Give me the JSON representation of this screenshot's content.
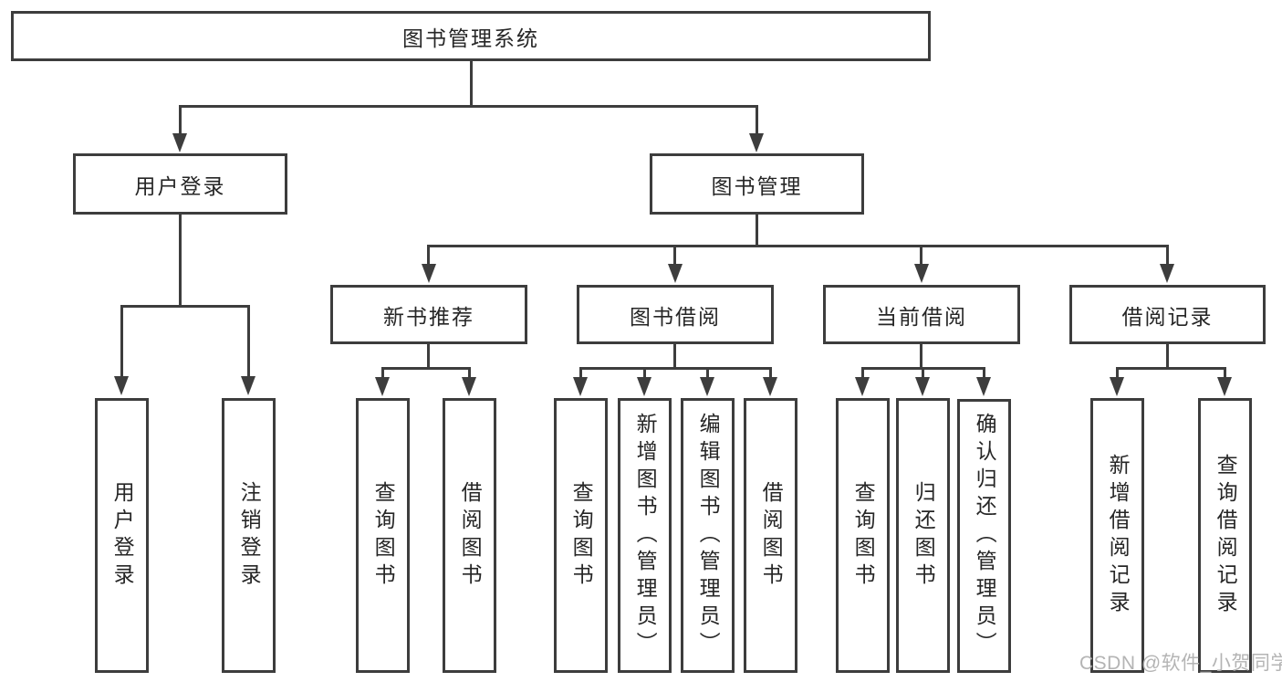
{
  "watermark": "CSDN @软件_小贺同学",
  "colors": {
    "line": "#3d3d3d",
    "text": "#262626",
    "watermark": "#b0b0b0",
    "background": "#ffffff"
  },
  "tree": {
    "root": {
      "label": "图书管理系统",
      "children": [
        {
          "label": "用户登录",
          "children": [
            {
              "label": "用户登录"
            },
            {
              "label": "注销登录"
            }
          ]
        },
        {
          "label": "图书管理",
          "children": [
            {
              "label": "新书推荐",
              "children": [
                {
                  "label": "查询图书"
                },
                {
                  "label": "借阅图书"
                }
              ]
            },
            {
              "label": "图书借阅",
              "children": [
                {
                  "label": "查询图书"
                },
                {
                  "label": "新增图书（管理员）"
                },
                {
                  "label": "编辑图书（管理员）"
                },
                {
                  "label": "借阅图书"
                }
              ]
            },
            {
              "label": "当前借阅",
              "children": [
                {
                  "label": "查询图书"
                },
                {
                  "label": "归还图书"
                },
                {
                  "label": "确认归还（管理员）"
                }
              ]
            },
            {
              "label": "借阅记录",
              "children": [
                {
                  "label": "新增借阅记录"
                },
                {
                  "label": "查询借阅记录"
                }
              ]
            }
          ]
        }
      ]
    }
  }
}
